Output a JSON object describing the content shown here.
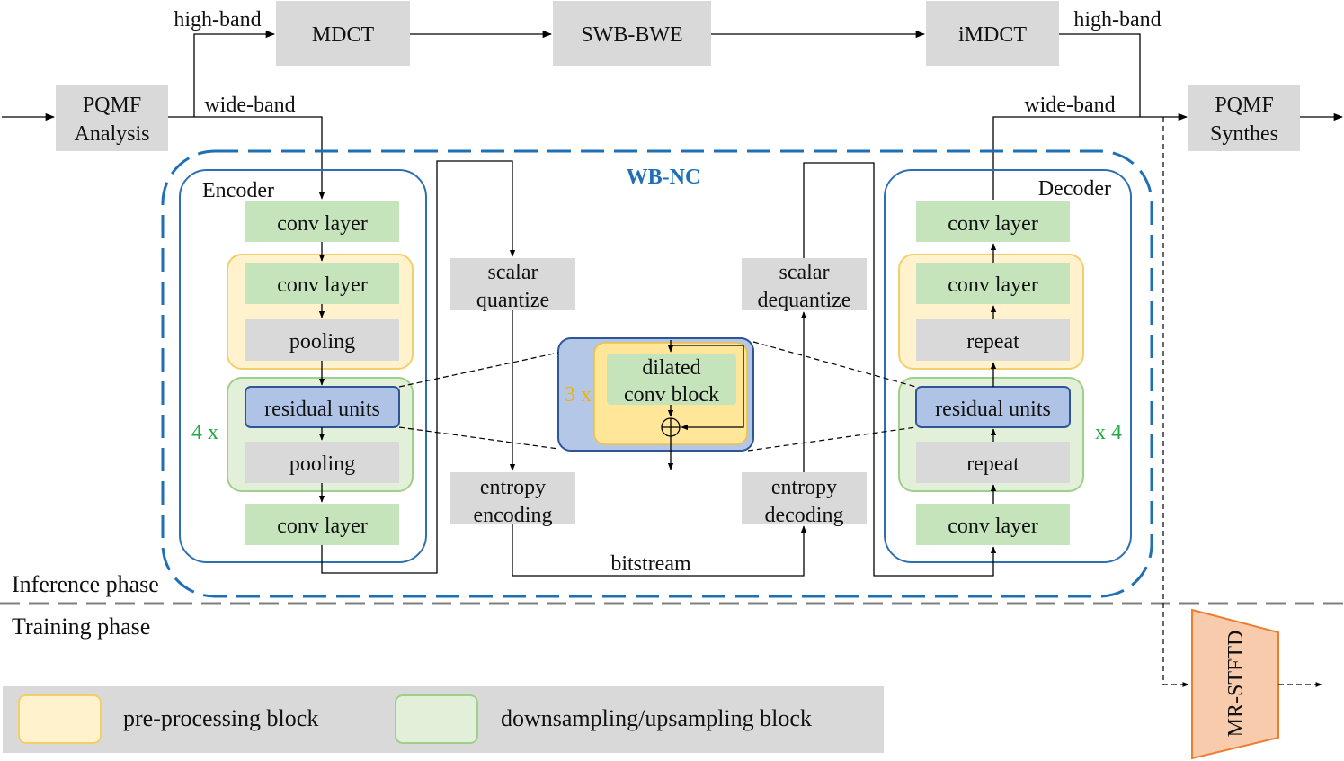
{
  "blocks": {
    "pqmf_analysis": [
      "PQMF",
      "Analysis"
    ],
    "pqmf_synthesis": [
      "PQMF",
      "Synthes"
    ],
    "mdct": "MDCT",
    "swb_bwe": "SWB-BWE",
    "imdct": "iMDCT",
    "scalar_quantize": [
      "scalar",
      "quantize"
    ],
    "scalar_dequantize": [
      "scalar",
      "dequantize"
    ],
    "entropy_encoding": [
      "entropy",
      "encoding"
    ],
    "entropy_decoding": [
      "entropy",
      "decoding"
    ],
    "dilated_conv_block": [
      "dilated",
      "conv block"
    ],
    "mr_stftd": "MR-STFTD"
  },
  "signals": {
    "high_band_in": "high-band",
    "wide_band_in": "wide-band",
    "high_band_out": "high-band",
    "wide_band_out": "wide-band",
    "bitstream": "bitstream"
  },
  "codec": {
    "title": "WB-NC",
    "title_color": "#1f6fb5",
    "encoder": {
      "title": "Encoder",
      "layers": [
        "conv layer",
        "conv layer",
        "pooling",
        "residual units",
        "pooling",
        "conv layer"
      ],
      "repeat_label": "4 x"
    },
    "decoder": {
      "title": "Decoder",
      "layers": [
        "conv layer",
        "conv layer",
        "repeat",
        "residual units",
        "repeat",
        "conv layer"
      ],
      "repeat_label": "x 4"
    },
    "residual_repeat_label": "3 x"
  },
  "phases": {
    "inference": "Inference phase",
    "training": "Training phase"
  },
  "legend": {
    "pre_processing": "pre-processing block",
    "pre_processing_color": "#fff2cc",
    "down_up_sampling": "downsampling/upsampling block",
    "down_up_sampling_color": "#e2efd9"
  },
  "colors": {
    "accent_blue": "#1f6fb5",
    "orange_label": "#f0b400",
    "green_label": "#22a846",
    "discriminator": "#f8cbad"
  }
}
